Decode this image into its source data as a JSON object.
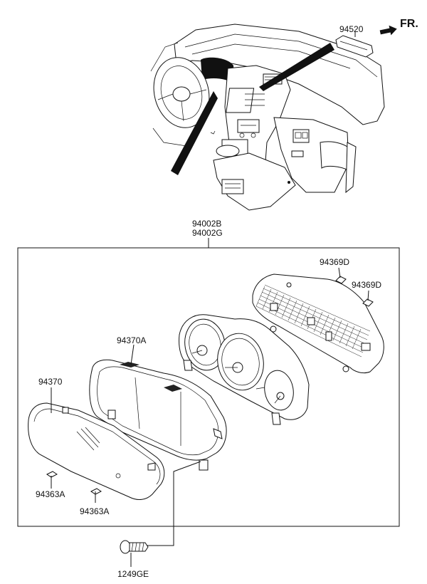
{
  "direction_label": "FR.",
  "parts": {
    "housing_clip": "94520",
    "cluster_assy_1": "94002B",
    "cluster_assy_2": "94002G",
    "bulb_1": "94369D",
    "bulb_2": "94369D",
    "mask": "94370A",
    "window": "94370",
    "knob_1": "94363A",
    "knob_2": "94363A",
    "screw": "1249GE"
  }
}
